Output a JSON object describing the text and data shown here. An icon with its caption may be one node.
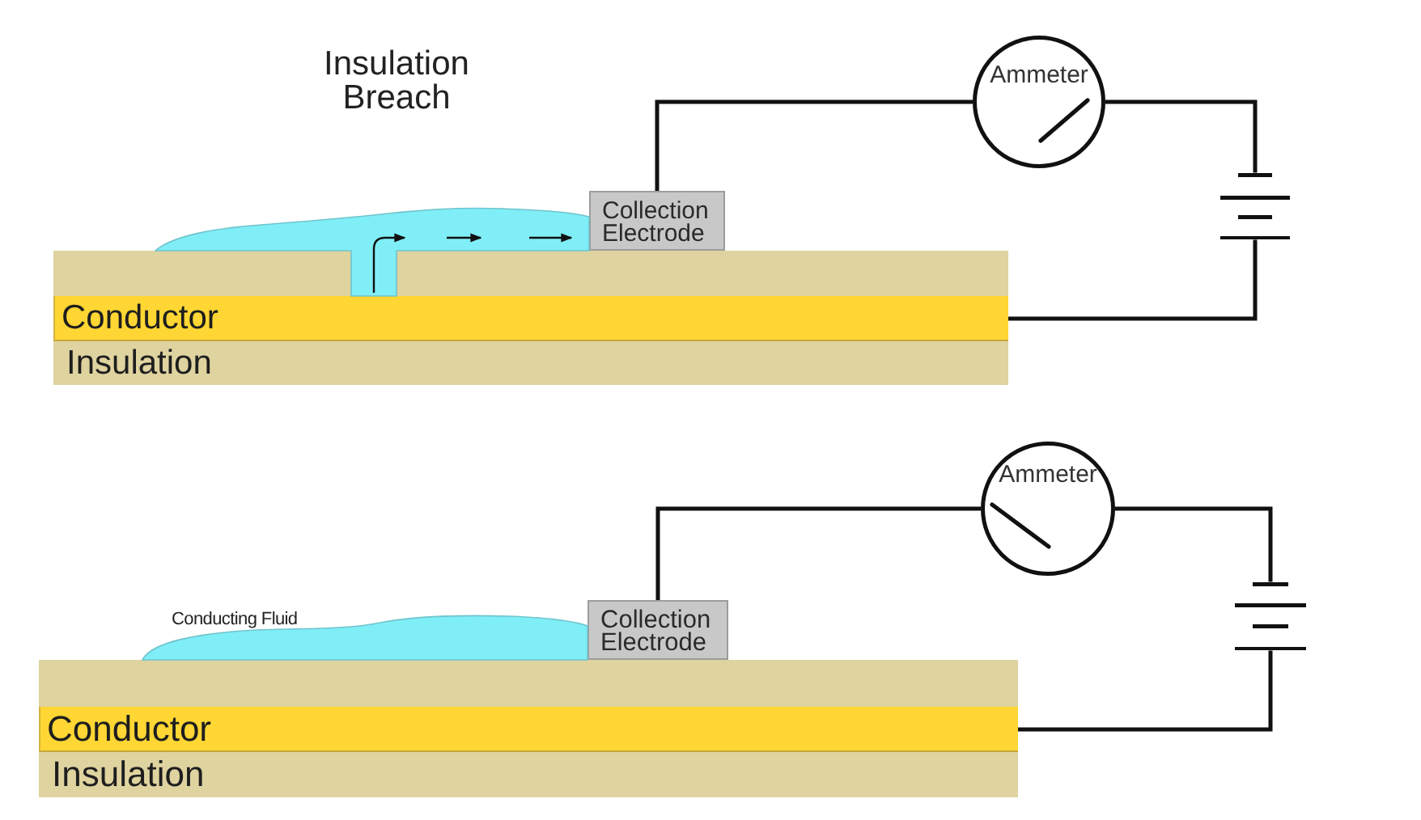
{
  "diagram": {
    "nodes": [
      {
        "text": [
          "Ammeter"
        ]
      },
      {
        "text": [
          "Collection Electrode"
        ]
      },
      {
        "text": [],
        "shape": "battery"
      },
      {
        "text": [],
        "shape": "bar"
      },
      {
        "text": [
          "Conductor"
        ]
      },
      {
        "text": [
          "Insulation"
        ]
      },
      {
        "text": [
          "Ammeter"
        ]
      },
      {
        "text": [
          "Collection Electrode"
        ]
      },
      {
        "text": [],
        "shape": "battery"
      },
      {
        "text": [],
        "shape": "bar"
      },
      {
        "text": [
          "Conductor"
        ]
      },
      {
        "text": [
          "Insulation"
        ]
      }
    ],
    "edges": [
      {
        "from": 1,
        "to": 0,
        "arrow": "none"
      },
      {
        "from": 0,
        "to": 2,
        "arrow": "none"
      },
      {
        "from": 2,
        "to": 4,
        "arrow": "none"
      },
      {
        "from": 7,
        "to": 6,
        "arrow": "none"
      },
      {
        "from": 6,
        "to": 8,
        "arrow": "none"
      },
      {
        "from": 8,
        "to": 10,
        "arrow": "none"
      }
    ],
    "labels": [
      "Insulation Breach",
      "Conducting Fluid"
    ]
  }
}
